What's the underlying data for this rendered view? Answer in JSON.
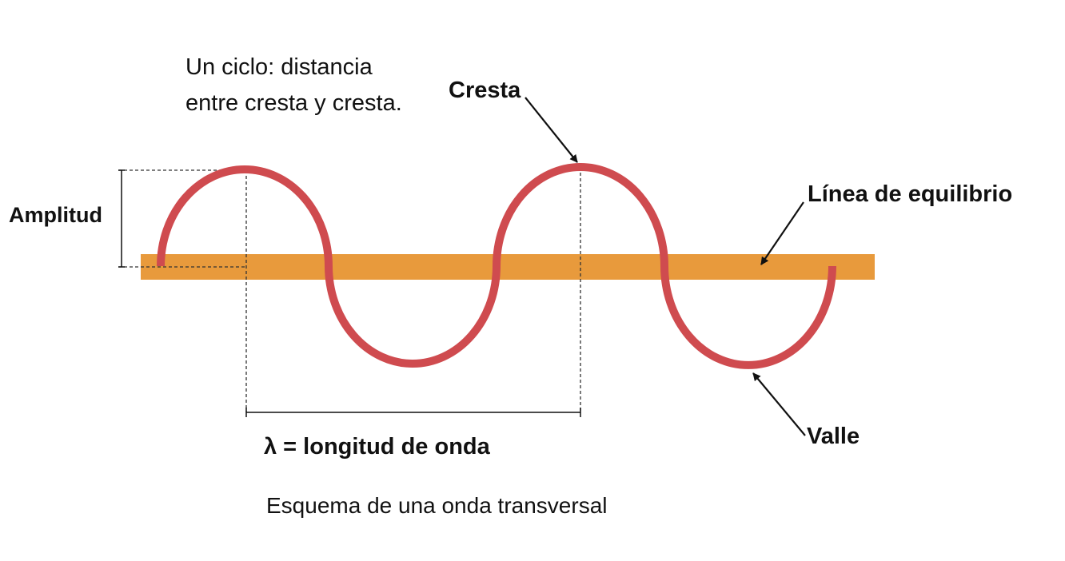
{
  "diagram": {
    "cycle_text_line1": "Un ciclo: distancia",
    "cycle_text_line2": "entre cresta y cresta.",
    "crest_label": "Cresta",
    "amplitude_label": "Amplitud",
    "equilibrium_label": "Línea de equilibrio",
    "trough_label": "Valle",
    "wavelength_label": "λ = longitud de onda",
    "caption": "Esquema de una onda transversal",
    "colors": {
      "wave": "#cf4b4f",
      "equilibrium_band": "#e89a3c",
      "annotation": "#111111"
    }
  }
}
